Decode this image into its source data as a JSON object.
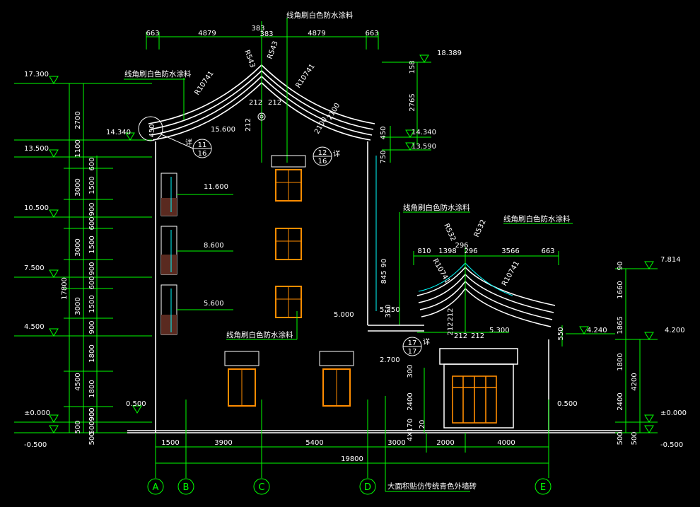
{
  "notes": {
    "line_white": "线角刷白色防水涂料",
    "facade_note": "大面积贴仿传统青色外墙砖",
    "detail_ref_mark": "详"
  },
  "detail_refs": [
    {
      "num": "11",
      "sheet": "16"
    },
    {
      "num": "12",
      "sheet": "16"
    },
    {
      "num": "17",
      "sheet": "17"
    }
  ],
  "axes": [
    "A",
    "B",
    "C",
    "D",
    "E"
  ],
  "top_dims_main": [
    "663",
    "4879",
    "383",
    "383",
    "4879",
    "663"
  ],
  "top_dims_annex": [
    "810",
    "1398",
    "296",
    "296",
    "3566",
    "663"
  ],
  "bottom_dims": [
    "1500",
    "3900",
    "5400",
    "3000",
    "2000",
    "4000"
  ],
  "bottom_total": "19800",
  "radii": [
    "R543",
    "R543",
    "R10741",
    "R10741",
    "R532",
    "R532",
    "R10741",
    "R10741"
  ],
  "left_levels": [
    "17.300",
    "13.500",
    "10.500",
    "7.500",
    "4.500",
    "±0.000",
    "-0.500"
  ],
  "left_dims_outer": [
    "2700",
    "1100",
    "3000",
    "3000",
    "3000",
    "4500",
    "500"
  ],
  "left_total": "17800",
  "left_dims_inner": [
    "600",
    "1500",
    "900",
    "600",
    "1500",
    "900",
    "600",
    "1500",
    "900",
    "1800",
    "1800",
    "900",
    "500"
  ],
  "right_levels": [
    "7.814",
    "4.200",
    "±0.000",
    "-0.500"
  ],
  "right_dims_outer": [
    "90",
    "1660",
    "1865",
    "1800",
    "2400",
    "500"
  ],
  "right_dims_inner": [
    "4200",
    "500"
  ],
  "ridge_levels": [
    "18.389",
    "14.340",
    "14.340",
    "13.590",
    "15.600",
    "5.000",
    "5.250",
    "5.300",
    "4.240",
    "2.700",
    "0.500",
    "0.500"
  ],
  "floor_levels": [
    "11.600",
    "8.600",
    "5.600"
  ],
  "gable_dims": [
    "158",
    "2765",
    "450",
    "450",
    "750",
    "212",
    "212",
    "212",
    "2100",
    "2100"
  ],
  "annex_dims": [
    "845",
    "90",
    "350",
    "550",
    "212",
    "212",
    "212",
    "212"
  ],
  "door_dims": [
    "300",
    "2400",
    "20",
    "4X170"
  ],
  "misc_dims": [
    "900",
    "500"
  ]
}
